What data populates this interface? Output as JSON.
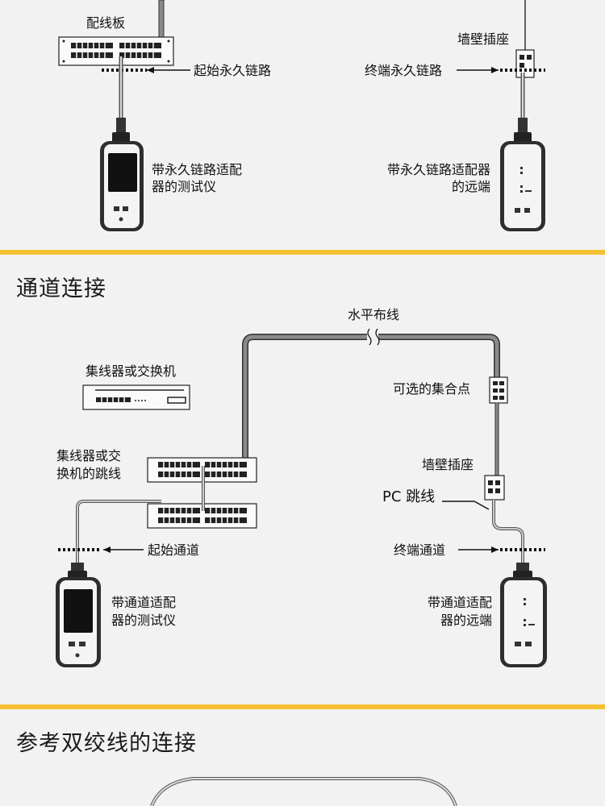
{
  "permanent_link": {
    "labels": {
      "patch_panel": "配线板",
      "wall_outlet": "墙壁插座",
      "start_permanent_link": "起始永久链路",
      "end_permanent_link": "终端永久链路",
      "tester_line1": "带永久链路适配",
      "tester_line2": "器的测试仪",
      "remote_line1": "带永久链路适配器",
      "remote_line2": "的远端"
    }
  },
  "channel": {
    "title": "通道连接",
    "labels": {
      "horizontal_cabling": "水平布线",
      "hub_switch": "集线器或交换机",
      "optional_consolidation": "可选的集合点",
      "hub_patch_line1": "集线器或交",
      "hub_patch_line2": "换机的跳线",
      "wall_outlet": "墙壁插座",
      "pc_patch": "PC 跳线",
      "start_channel": "起始通道",
      "end_channel": "终端通道",
      "tester_line1": "带通道适配",
      "tester_line2": "器的测试仪",
      "remote_line1": "带通道适配",
      "remote_line2": "器的远端"
    }
  },
  "reference": {
    "title": "参考双绞线的连接"
  },
  "colors": {
    "accent_bar": "#f6c032",
    "background": "#f2f2f2",
    "cable": "#8a8a8a"
  }
}
